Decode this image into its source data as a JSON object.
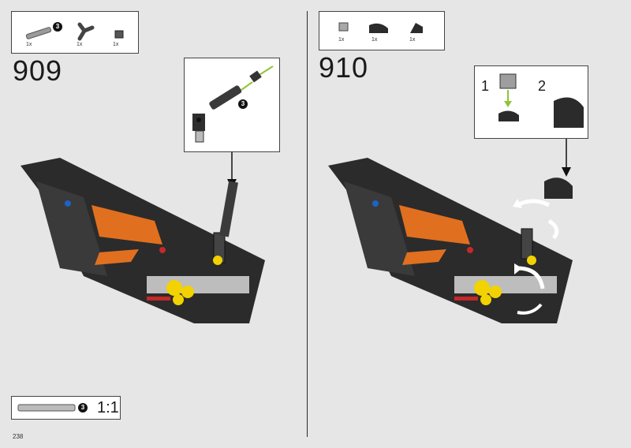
{
  "page_number": "238",
  "left_step": {
    "number": "909",
    "parts": [
      {
        "name": "axle-3",
        "qty": "1x",
        "badge": "3"
      },
      {
        "name": "angle-connector",
        "qty": "1x"
      },
      {
        "name": "small-bushing",
        "qty": "1x"
      }
    ],
    "callout_badge": "3",
    "ruler": {
      "badge": "3",
      "scale": "1:1"
    }
  },
  "right_step": {
    "number": "910",
    "parts": [
      {
        "name": "grey-brick-1x1",
        "qty": "1x"
      },
      {
        "name": "black-curved-slope",
        "qty": "1x"
      },
      {
        "name": "black-wedge",
        "qty": "1x"
      }
    ],
    "substeps": [
      "1",
      "2"
    ]
  },
  "colors": {
    "background": "#e6e6e6",
    "model_black": "#2b2b2b",
    "orange": "#e0701f",
    "yellow": "#f2d200",
    "arrow_green": "#8fc43a"
  }
}
